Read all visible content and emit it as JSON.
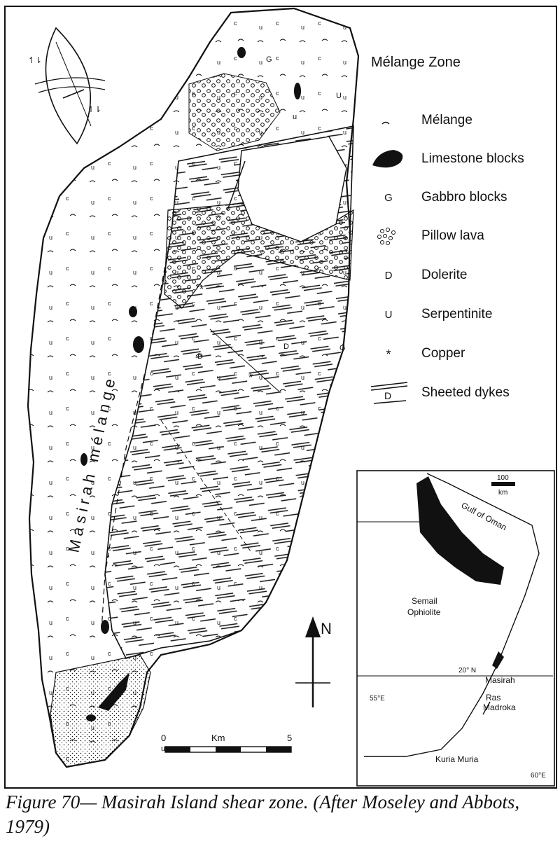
{
  "legend": {
    "title": "Mélange Zone",
    "items": [
      {
        "symbol": "melange-symbol",
        "label": "Mélange"
      },
      {
        "symbol": "limestone-symbol",
        "label": "Limestone blocks"
      },
      {
        "symbol": "G",
        "label": "Gabbro blocks"
      },
      {
        "symbol": "pillow-lava-symbol",
        "label": "Pillow lava"
      },
      {
        "symbol": "D",
        "label": "Dolerite"
      },
      {
        "symbol": "U",
        "label": "Serpentinite"
      },
      {
        "symbol": "*",
        "label": "Copper"
      },
      {
        "symbol": "D",
        "label": "Sheeted dykes"
      }
    ]
  },
  "map": {
    "melange_label": "Masirah mélange",
    "north_label": "N",
    "scale": {
      "start": "0",
      "unit": "Km",
      "end": "5"
    }
  },
  "inset": {
    "scale_value": "100",
    "scale_unit": "km",
    "gulf_label": "Gulf of Oman",
    "ophiolite_label_1": "Semail",
    "ophiolite_label_2": "Ophiolite",
    "lat_label": "20° N",
    "lon_west_label": "55°E",
    "lon_east_label": "60°E",
    "masirah_label": "Masirah",
    "ras_label_1": "Ras",
    "ras_label_2": "Madroka",
    "kuria_label": "Kuria Muria"
  },
  "caption": "Figure 70— Masirah Island shear zone. (After Moseley and Abbots, 1979)",
  "colors": {
    "ink": "#111111",
    "paper": "#ffffff"
  }
}
